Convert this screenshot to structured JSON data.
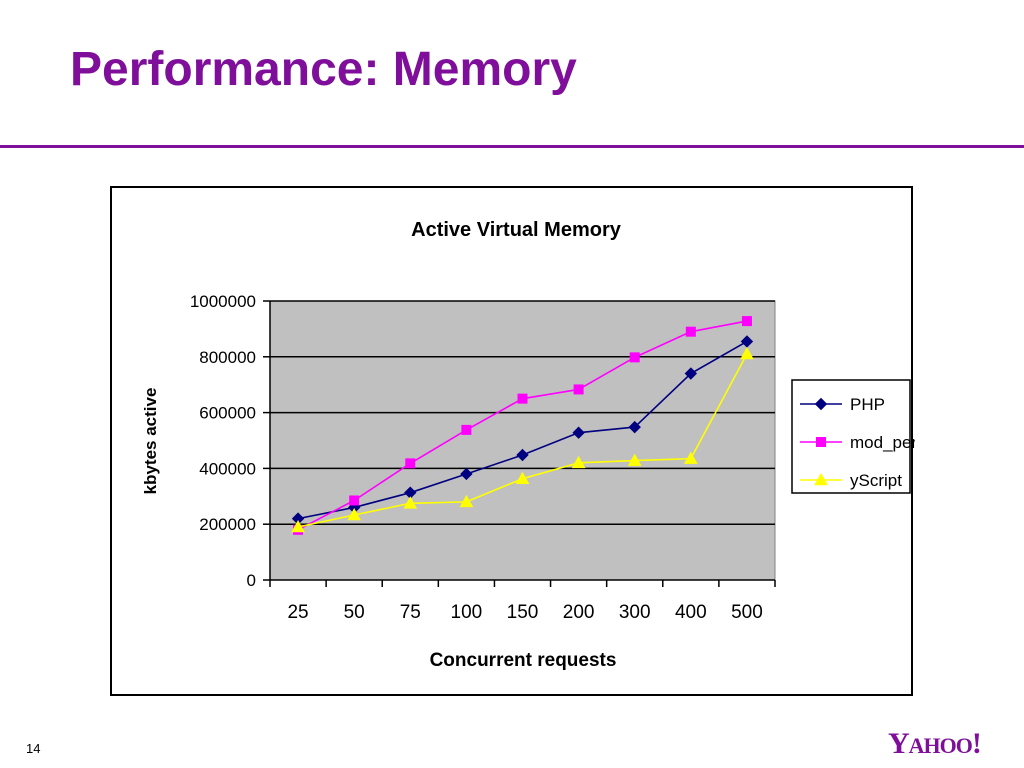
{
  "slide": {
    "title": "Performance: Memory",
    "page_number": "14",
    "logo_text": "Yahoo!"
  },
  "colors": {
    "accent": "#7f0f9a",
    "plot_background": "#c0c0c0"
  },
  "chart_data": {
    "type": "line",
    "title": "Active Virtual Memory",
    "xlabel": "Concurrent requests",
    "ylabel": "kbytes active",
    "categories": [
      "25",
      "50",
      "75",
      "100",
      "150",
      "200",
      "300",
      "400",
      "500"
    ],
    "ylim": [
      0,
      1000000
    ],
    "yticks": [
      "0",
      "200000",
      "400000",
      "600000",
      "800000",
      "1000000"
    ],
    "grid": "horizontal",
    "legend_position": "right",
    "series": [
      {
        "name": "PHP",
        "color": "#000080",
        "marker": "diamond",
        "values": [
          220000,
          260000,
          313000,
          380000,
          448000,
          528000,
          548000,
          740000,
          855000
        ]
      },
      {
        "name": "mod_perl",
        "color": "#ff00ff",
        "marker": "square",
        "values": [
          180000,
          285000,
          418000,
          538000,
          650000,
          683000,
          798000,
          890000,
          928000
        ]
      },
      {
        "name": "yScript",
        "color": "#ffff00",
        "marker": "triangle",
        "values": [
          190000,
          233000,
          275000,
          280000,
          363000,
          420000,
          428000,
          435000,
          810000
        ]
      }
    ]
  }
}
